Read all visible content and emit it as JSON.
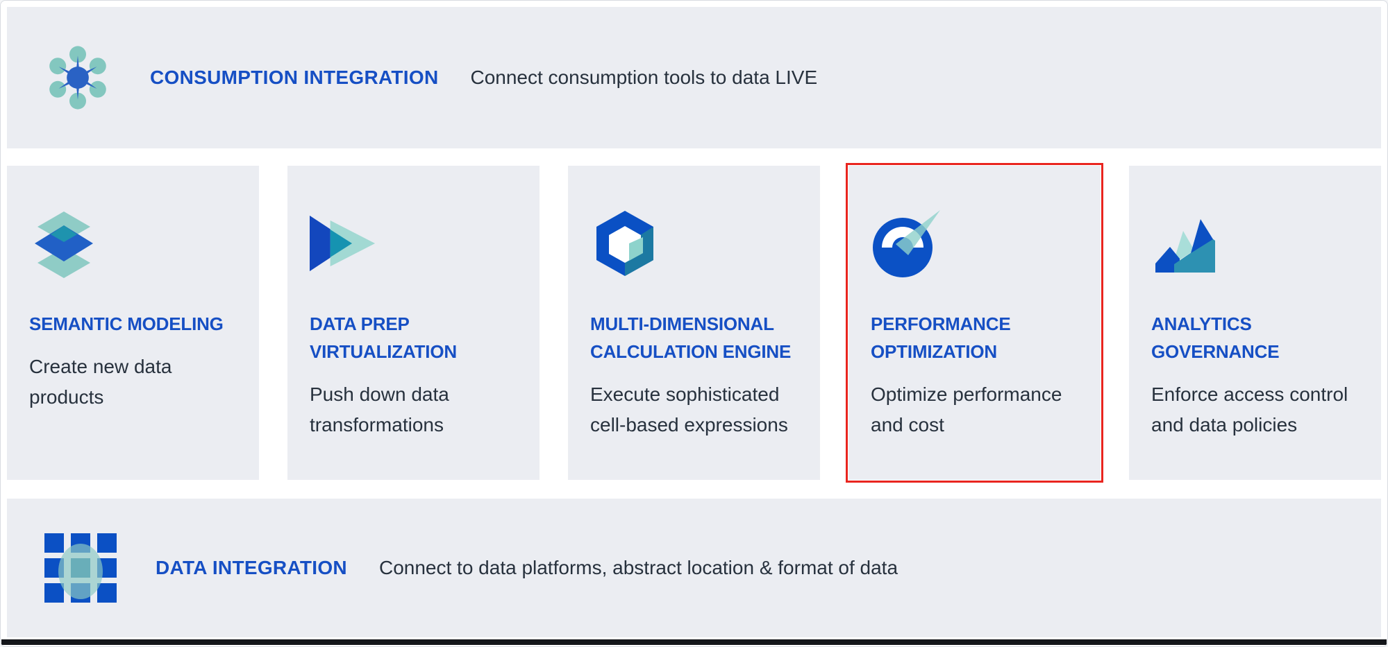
{
  "top_banner": {
    "title": "CONSUMPTION INTEGRATION",
    "subtitle": "Connect consumption tools to data LIVE",
    "icon": "hub-network-icon"
  },
  "cards": [
    {
      "title": "SEMANTIC MODELING",
      "description": "Create new data products",
      "icon": "layers-icon",
      "highlighted": false
    },
    {
      "title": "DATA PREP VIRTUALIZATION",
      "description": "Push down data transformations",
      "icon": "fast-forward-icon",
      "highlighted": false
    },
    {
      "title": "MULTI-DIMENSIONAL CALCULATION ENGINE",
      "description": "Execute sophisticated cell-based expressions",
      "icon": "cube-hexagon-icon",
      "highlighted": false
    },
    {
      "title": "PERFORMANCE OPTIMIZATION",
      "description": "Optimize performance and cost",
      "icon": "gauge-icon",
      "highlighted": true
    },
    {
      "title": "ANALYTICS GOVERNANCE",
      "description": "Enforce access control and data policies",
      "icon": "area-chart-icon",
      "highlighted": false
    }
  ],
  "bottom_banner": {
    "title": "DATA INTEGRATION",
    "subtitle": "Connect to data platforms, abstract location & format of data",
    "icon": "grid-icon"
  },
  "colors": {
    "accent_blue": "#164fc4",
    "icon_blue": "#0b50c4",
    "teal_light": "#8fcec8",
    "teal_mid": "#1e93ae",
    "steel_teal": "#2d91b2",
    "highlight_red": "#e9251f",
    "panel_bg": "#ebedf2",
    "text_dark": "#27313d"
  }
}
